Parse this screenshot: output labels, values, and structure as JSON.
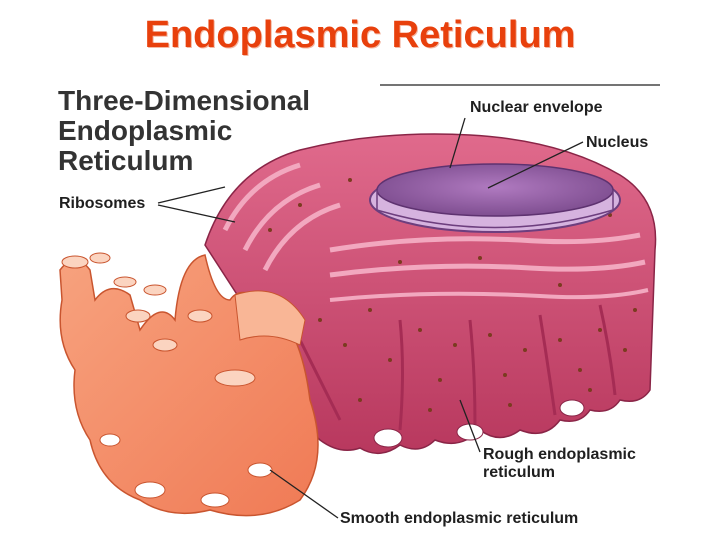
{
  "slide": {
    "title": "Endoplasmic Reticulum"
  },
  "figure": {
    "heading_lines": [
      "Three-Dimensional",
      "Endoplasmic",
      "Reticulum"
    ],
    "labels": {
      "nuclear_envelope": "Nuclear envelope",
      "nucleus": "Nucleus",
      "ribosomes": "Ribosomes",
      "rough_er": [
        "Rough endoplasmic",
        "reticulum"
      ],
      "smooth_er": "Smooth endoplasmic reticulum"
    },
    "colors": {
      "title": "#e8400c",
      "rough_er": "#c8446b",
      "smooth_er": "#f48a62",
      "nucleus": "#8e5a9e",
      "ribosome": "#7a3b1f"
    }
  }
}
